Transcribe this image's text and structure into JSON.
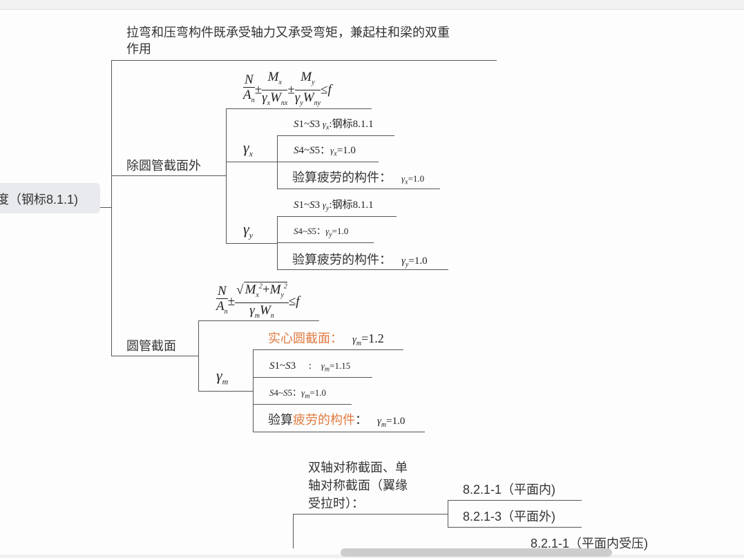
{
  "root_node": {
    "label": "度（钢标8.1.1)"
  },
  "intro_node": {
    "line1": "拉弯和压弯构件既承受轴力又承受弯矩，兼起柱和梁的双重",
    "line2": "作用"
  },
  "branch_noncircular": {
    "label": "除圆管截面外",
    "formula": "N/An ± Mx/(γx·Wnx) ± My/(γy·Wny) ≤ f",
    "gamma_x": {
      "symbol": "γx",
      "items": [
        {
          "range": "S1~S3",
          "text": "γx:钢标8.1.1"
        },
        {
          "range": "S4~S5：",
          "text": "γx=1.0"
        },
        {
          "range": "验算疲劳的构件：",
          "text": "γx=1.0"
        }
      ]
    },
    "gamma_y": {
      "symbol": "γy",
      "items": [
        {
          "range": "S1~S3",
          "text": "γy:钢标8.1.1"
        },
        {
          "range": "S4~S5：",
          "text": "γy=1.0"
        },
        {
          "range": "验算疲劳的构件：",
          "text": "γy=1.0"
        }
      ]
    }
  },
  "branch_circular": {
    "label": "圆管截面",
    "formula": "N/An ± √(Mx²+My²)/(γm·Wn) ≤ f",
    "gamma_m": {
      "symbol": "γm",
      "items": [
        {
          "range": "实心圆截面：",
          "text": "γm=1.2"
        },
        {
          "range": "S1~S3　：",
          "text": "γm=1.15"
        },
        {
          "range": "S4~S5：",
          "text": "γm=1.0"
        },
        {
          "range_prefix": "验算",
          "range_highlight": "疲劳的构件",
          "range_suffix": "：",
          "text": "γm=1.0"
        }
      ]
    }
  },
  "branch_stability": {
    "label_line1": "双轴对称截面、单",
    "label_line2": "轴对称截面（翼缘",
    "label_line3": "受拉时）：",
    "items": [
      {
        "label": "8.2.1-1（平面内)"
      },
      {
        "label": "8.2.1-3（平面外)"
      },
      {
        "label": "8.2.1-1（平面内受压)"
      }
    ]
  },
  "colors": {
    "line": "#555555",
    "highlight": "#e07a3f",
    "root_bg": "#e9eaee",
    "scroll_thumb": "#cdcdcd"
  }
}
